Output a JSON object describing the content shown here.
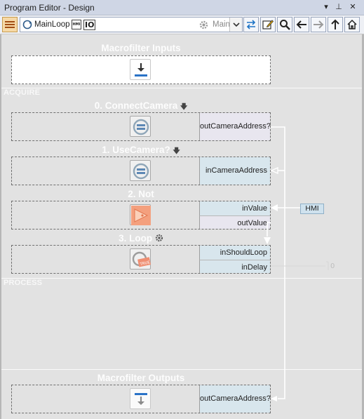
{
  "window": {
    "title": "Program Editor - Design"
  },
  "toolbar": {
    "loop_name": "MainLoop",
    "hmi_badge": "HMI",
    "io_badge": "IO",
    "context_label": "Main"
  },
  "sections": {
    "acquire": "ACQUIRE",
    "process": "PROCESS"
  },
  "macro_inputs": {
    "title": "Macrofilter Inputs"
  },
  "macro_outputs": {
    "title": "Macrofilter Outputs",
    "port": "outCameraAddress?"
  },
  "steps": [
    {
      "title": "0. ConnectCamera",
      "ports": [
        "outCameraAddress?"
      ]
    },
    {
      "title": "1. UseCamera?",
      "ports": [
        "inCameraAddress"
      ]
    },
    {
      "title": "2. Not",
      "ports": [
        "inValue",
        "outValue"
      ]
    },
    {
      "title": "3. Loop",
      "ports": [
        "inShouldLoop",
        "inDelay"
      ]
    }
  ],
  "hmi_tag": "HMI",
  "delay_value": "0",
  "colors": {
    "canvas": "#e2e2e2",
    "wire": "#ffffff",
    "port_blue": "#d8e6ed",
    "not_icon": "#f4a07e",
    "loop_icon": "#ef8f73"
  }
}
